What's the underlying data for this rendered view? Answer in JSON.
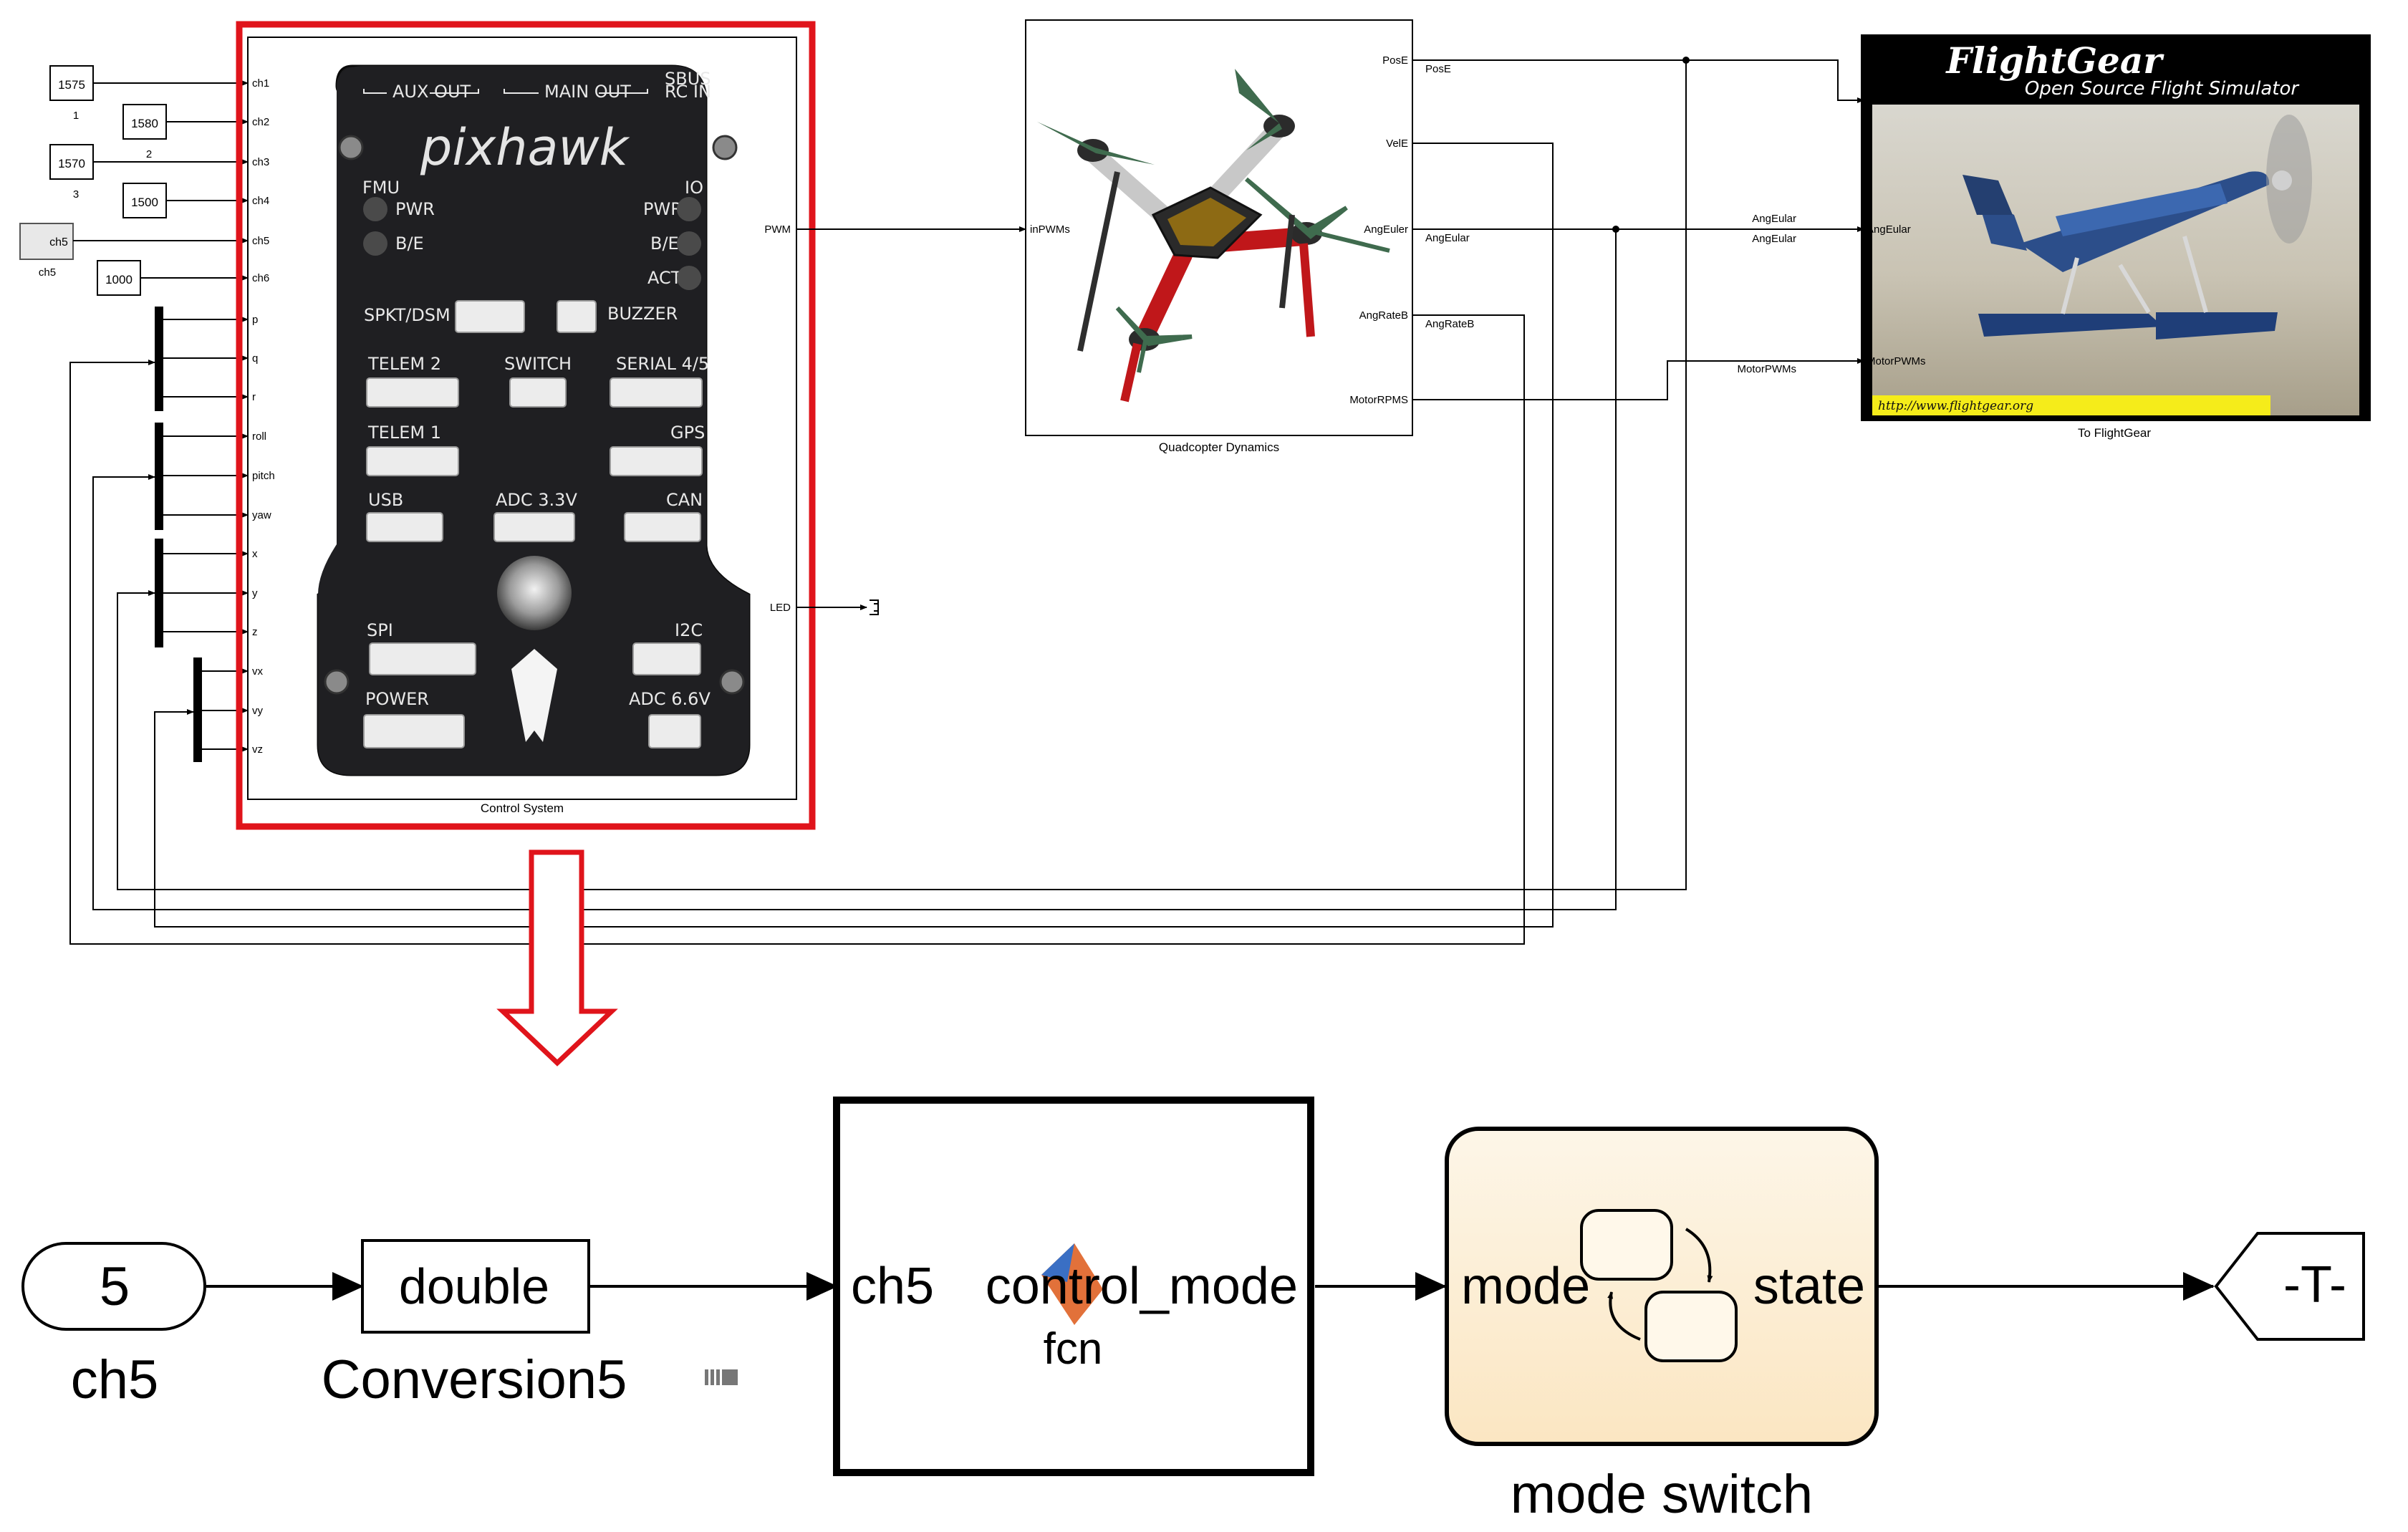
{
  "top_model": {
    "constants": [
      {
        "value": "1575",
        "label": "1"
      },
      {
        "value": "1580",
        "label": "2"
      },
      {
        "value": "1570",
        "label": "3"
      },
      {
        "value": "1500",
        "label": ""
      },
      {
        "value": "ch5",
        "label": "ch5"
      },
      {
        "value": "1000",
        "label": ""
      }
    ],
    "control_system": {
      "caption": "Control System",
      "inputs": [
        "ch1",
        "ch2",
        "ch3",
        "ch4",
        "ch5",
        "ch6",
        "p",
        "q",
        "r",
        "roll",
        "pitch",
        "yaw",
        "x",
        "y",
        "z",
        "vx",
        "vy",
        "vz"
      ],
      "outputs": [
        "PWM",
        "LED"
      ],
      "board": {
        "brand": "pixhawk",
        "aux_out": "AUX OUT",
        "main_out": "MAIN OUT",
        "sbus": "SBUS",
        "rcin": "RC IN",
        "fmu": "FMU",
        "leds_left": [
          "PWR",
          "B/E"
        ],
        "leds_right": [
          "IO",
          "PWR",
          "B/E",
          "ACT"
        ],
        "connectors": [
          "SPKT/DSM",
          "BUZZER",
          "TELEM 2",
          "SWITCH",
          "SERIAL 4/5",
          "TELEM 1",
          "GPS",
          "USB",
          "ADC 3.3V",
          "CAN",
          "SPI",
          "I2C",
          "POWER",
          "ADC 6.6V"
        ]
      }
    },
    "quadcopter": {
      "caption": "Quadcopter Dynamics",
      "input": "inPWMs",
      "outputs": [
        "PosE",
        "VelE",
        "AngEuler",
        "AngRateB",
        "MotorRPMS"
      ]
    },
    "signals": {
      "pos": "PosE",
      "ang": "AngEular",
      "ang_rate": "AngRateB",
      "motor": "MotorPWMs"
    },
    "flightgear": {
      "caption": "To FlightGear",
      "title": "FlightGear",
      "subtitle": "Open Source Flight Simulator",
      "url": "http://www.flightgear.org",
      "ports": [
        "AngEular",
        "MotorPWMs"
      ]
    }
  },
  "sub_model": {
    "inport": {
      "value": "5",
      "label": "ch5"
    },
    "conversion": {
      "value": "double",
      "label": "Conversion5"
    },
    "function_block": {
      "input": "ch5",
      "output": "control_mode",
      "name": "fcn"
    },
    "chart": {
      "input": "mode",
      "output": "state",
      "label": "mode switch"
    },
    "goto": {
      "tag": "-T-"
    }
  },
  "colors": {
    "highlight": "#e0141b",
    "board": "#1c1c1e",
    "chart_fill": "#fdf0d8",
    "flightgear_bar": "#f5ec1a"
  }
}
